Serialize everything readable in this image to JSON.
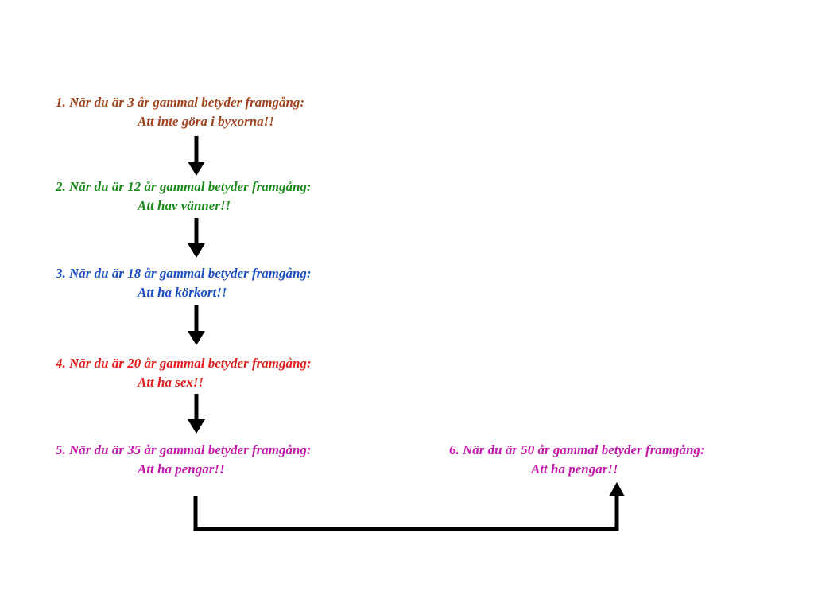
{
  "colors": {
    "step1": "#a0441e",
    "step2": "#1a8a1a",
    "step3": "#1c4fbf",
    "step4": "#e02020",
    "step5": "#c21aa8",
    "step6": "#c21aa8",
    "arrow": "#000000"
  },
  "steps": [
    {
      "heading": "1. När du är 3 år gammal betyder framgång:",
      "answer": "Att inte göra i byxorna!!"
    },
    {
      "heading": "2. När du är 12 år gammal betyder framgång:",
      "answer": "Att hav vänner!!"
    },
    {
      "heading": "3. När du är 18 år gammal betyder framgång:",
      "answer": "Att ha körkort!!"
    },
    {
      "heading": "4. När du är 20 år gammal betyder framgång:",
      "answer": "Att ha sex!!"
    },
    {
      "heading": "5. När du är 35 år gammal betyder framgång:",
      "answer": "Att ha pengar!!"
    },
    {
      "heading": "6. När du är 50 år gammal betyder framgång:",
      "answer": "Att ha pengar!!"
    }
  ]
}
